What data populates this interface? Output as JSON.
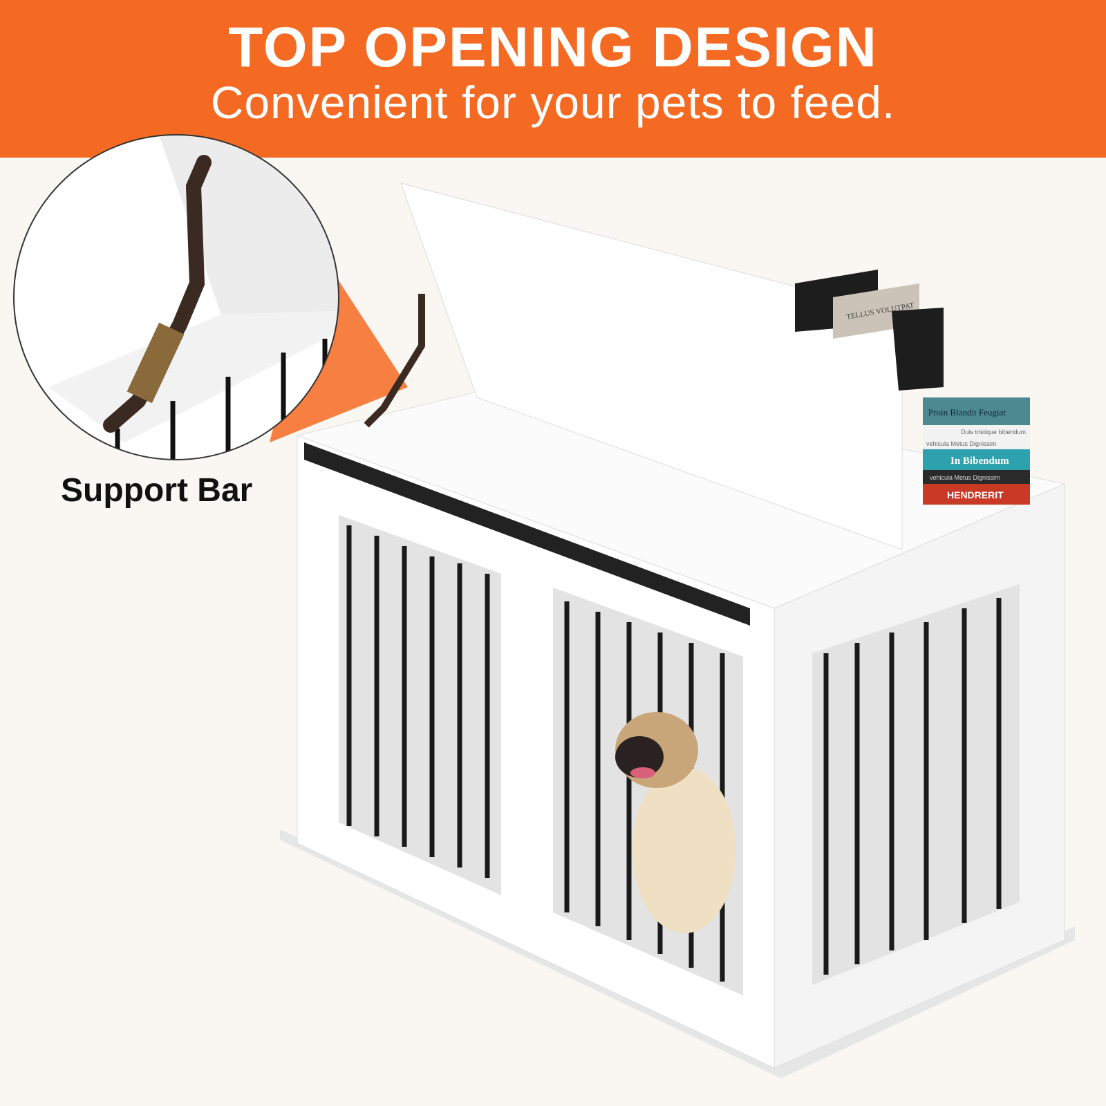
{
  "banner": {
    "title": "TOP OPENING DESIGN",
    "subtitle": "Convenient for your pets to feed.",
    "color": "#f46a22"
  },
  "callout": {
    "label": "Support Bar"
  },
  "books": {
    "spine_1": "TELLUS VOLUTPAT",
    "spine_2": "Proin Blandit Feugiat",
    "spine_3": "Duis tristique bibendum",
    "spine_4": "vehicula Metus Dignissim",
    "spine_5": "In Bibendum",
    "spine_6": "vehicula Metus Dignissim",
    "spine_7": "HENDRERIT"
  },
  "colors": {
    "background": "#faf6f2",
    "crate": "#ffffff",
    "bars": "#1a1a1a",
    "accent": "#f46a22"
  }
}
